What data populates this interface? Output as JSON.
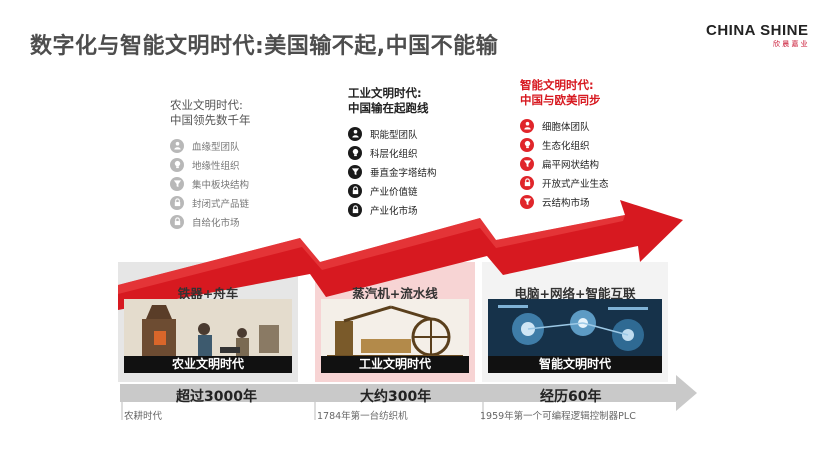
{
  "title": "数字化与智能文明时代:美国输不起,中国不能输",
  "logo": {
    "main": "CHINA SHINE",
    "sub": "欣 晨 嘉 业"
  },
  "eras": [
    {
      "heading_line1": "农业文明时代:",
      "heading_line2": "中国领先数千年",
      "features": [
        {
          "icon": "person-icon",
          "label": "血缘型团队"
        },
        {
          "icon": "lightbulb-icon",
          "label": "地缘性组织"
        },
        {
          "icon": "funnel-icon",
          "label": "集中板块结构"
        },
        {
          "icon": "lock-icon",
          "label": "封闭式产品链"
        },
        {
          "icon": "lock-icon",
          "label": "自给化市场"
        }
      ],
      "panel_label": "铁器+舟车",
      "photo_caption": "农业文明时代",
      "duration": "超过3000年",
      "milestone": "农耕时代"
    },
    {
      "heading_line1": "工业文明时代:",
      "heading_line2": "中国输在起跑线",
      "features": [
        {
          "icon": "person-icon",
          "label": "职能型团队"
        },
        {
          "icon": "lightbulb-icon",
          "label": "科层化组织"
        },
        {
          "icon": "funnel-icon",
          "label": "垂直金字塔结构"
        },
        {
          "icon": "lock-icon",
          "label": "产业价值链"
        },
        {
          "icon": "lock-icon",
          "label": "产业化市场"
        }
      ],
      "panel_label": "蒸汽机+流水线",
      "photo_caption": "工业文明时代",
      "duration": "大约300年",
      "milestone": "1784年第一台纺织机"
    },
    {
      "heading_line1": "智能文明时代:",
      "heading_line2": "中国与欧美同步",
      "features": [
        {
          "icon": "person-icon",
          "label": "细胞体团队"
        },
        {
          "icon": "lightbulb-icon",
          "label": "生态化组织"
        },
        {
          "icon": "funnel-icon",
          "label": "扁平网状结构"
        },
        {
          "icon": "lock-icon",
          "label": "开放式产业生态"
        },
        {
          "icon": "funnel-icon",
          "label": "云结构市场"
        }
      ],
      "panel_label": "电脑+网络+智能互联",
      "photo_caption": "智能文明时代",
      "duration": "经历60年",
      "milestone": "1959年第一个可编程逻辑控制器PLC"
    }
  ],
  "colors": {
    "accent_red": "#d71920",
    "grey_bar": "#c9c9c9"
  }
}
